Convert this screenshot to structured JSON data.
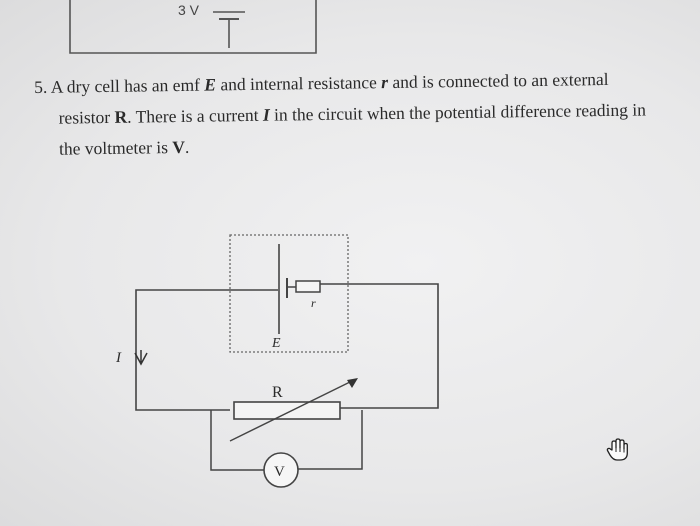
{
  "previous_figure": {
    "battery_label": "3 V"
  },
  "question": {
    "number": "5.",
    "seg_1": "A dry cell has an emf ",
    "var_E": "E",
    "seg_2": " and internal resistance ",
    "var_r": "r",
    "seg_3": " and is connected to an external",
    "seg_4": "resistor ",
    "var_R": "R",
    "seg_5": ". There is a current ",
    "var_I": "I",
    "seg_6": " in the circuit when the potential difference reading in",
    "seg_7": "the voltmeter is ",
    "var_V": "V",
    "seg_8": "."
  },
  "circuit": {
    "emf_label": "E",
    "internal_resistance_label": "r",
    "current_label": "I",
    "resistor_label": "R",
    "voltmeter_label": "V"
  },
  "cursor": {
    "icon": "hand-pointer-icon"
  }
}
